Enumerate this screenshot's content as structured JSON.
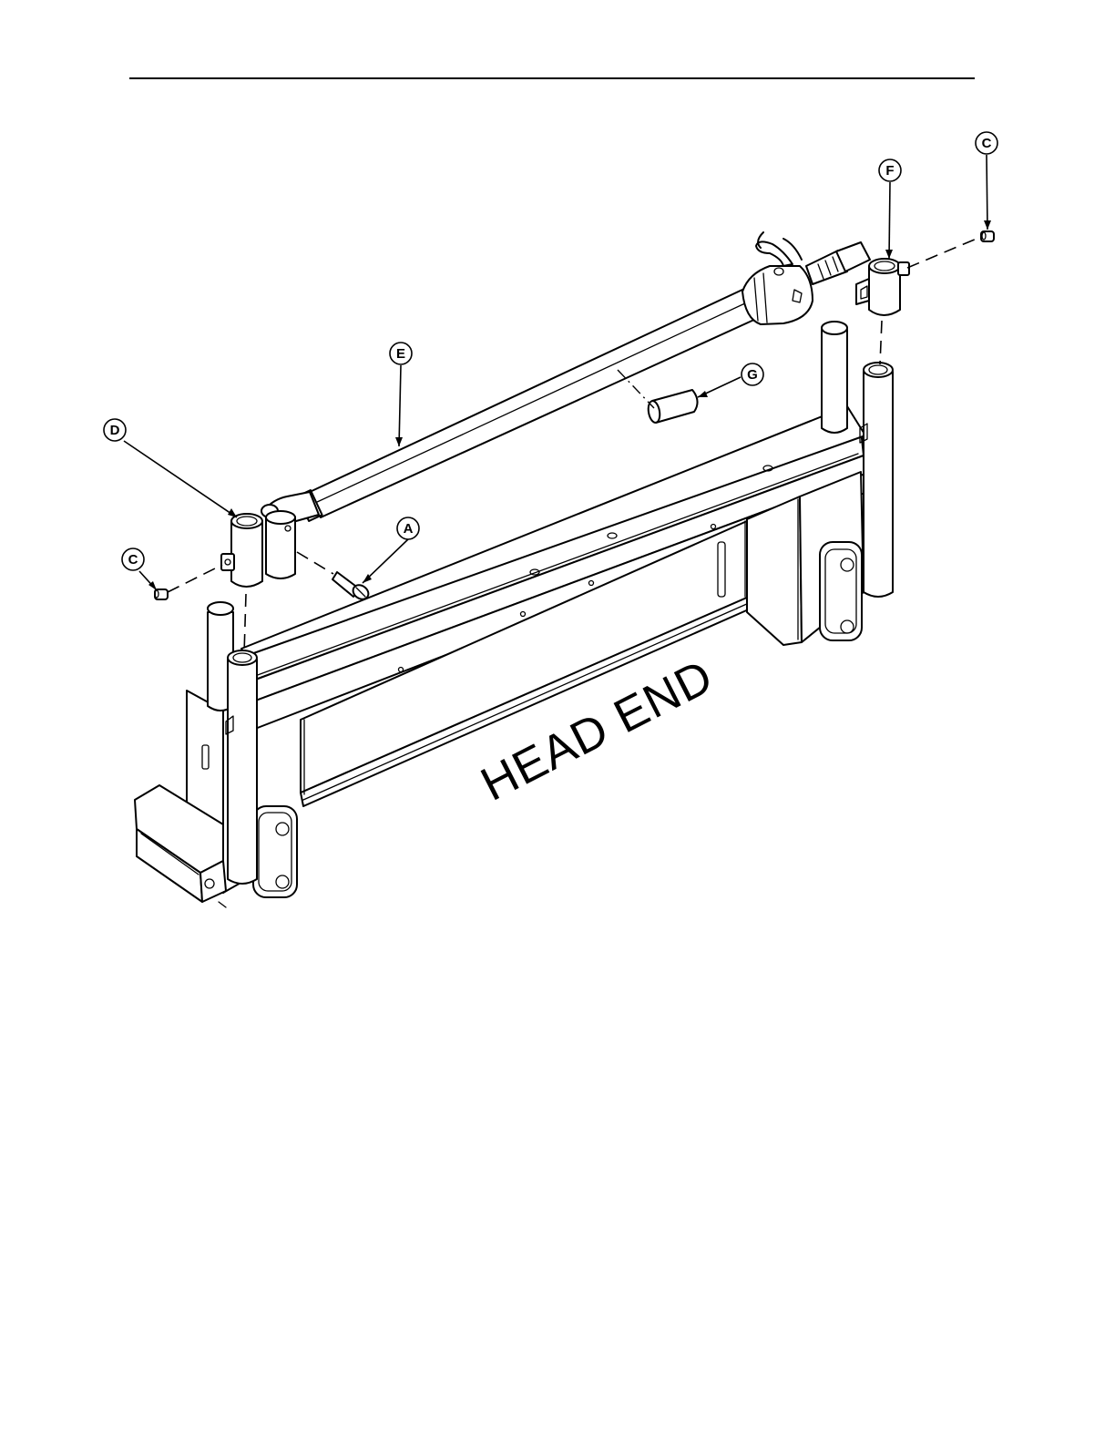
{
  "diagram": {
    "orientation_label": "HEAD END",
    "callouts": [
      {
        "id": "callout-a",
        "letter": "A"
      },
      {
        "id": "callout-c-left",
        "letter": "C"
      },
      {
        "id": "callout-c-right",
        "letter": "C"
      },
      {
        "id": "callout-d",
        "letter": "D"
      },
      {
        "id": "callout-e",
        "letter": "E"
      },
      {
        "id": "callout-f",
        "letter": "F"
      },
      {
        "id": "callout-g",
        "letter": "G"
      }
    ]
  }
}
